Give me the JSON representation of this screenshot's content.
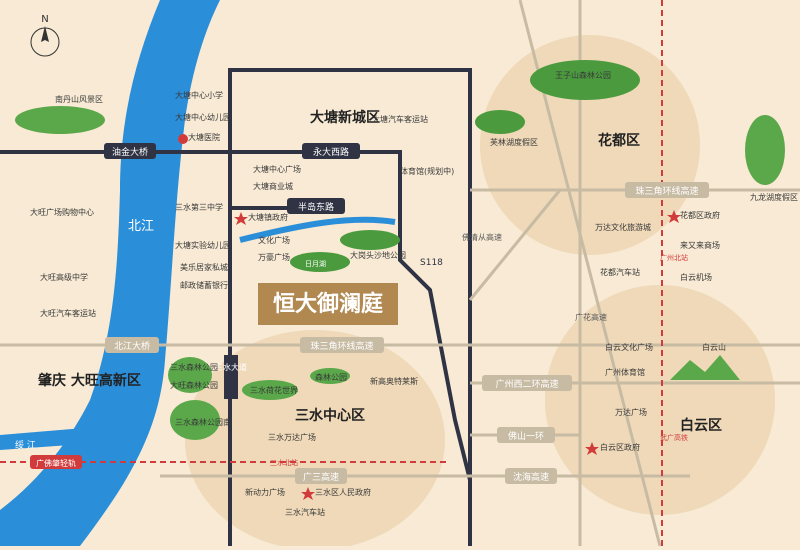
{
  "map": {
    "compass": "N",
    "rivers": {
      "bei_jiang": "北江",
      "sui_jiang": "绥 江"
    },
    "project": "恒大御澜庭",
    "districts": {
      "datang": "大塘新城区",
      "huadu": "花都区",
      "sanshui": "三水中心区",
      "baiyun": "白云区",
      "zhaoqing": "肇庆\n大旺高新区"
    },
    "roads": {
      "youjin": "油金大桥",
      "yongda": "永大西路",
      "bandao": "半岛东路",
      "s118": "S118",
      "beijiang_bridge": "北江大桥",
      "pearl_ring_left": "珠三角环线高速",
      "pearl_ring_right": "珠三角环线高速",
      "fokai": "佛清从高速",
      "guanghua": "广花高速",
      "guangzhou_west2": "广州西二环高速",
      "foshan_ring1": "佛山一环",
      "guangsan": "广三高速",
      "shenhai": "沈海高速",
      "sanshui_dadao": "三水大道",
      "guangfozhao": "广佛肇轻轨",
      "wuguang": "武广高铁",
      "guangzhou_north": "广州北站",
      "sanshui_north": "三水北站"
    },
    "pois_left": [
      "南丹山风景区",
      "大旺广场购物中心",
      "大旺高级中学",
      "大旺汽车客运站"
    ],
    "pois_datang": [
      "大塘中心小学",
      "大塘中心幼儿园",
      "大塘医院",
      "大塘汽车客运站",
      "大塘中心广场",
      "大塘商业城",
      "体育馆(规划中)",
      "三水第三中学",
      "大塘镇政府",
      "大塘实验幼儿园",
      "美乐居家私城",
      "邮政储蓄银行",
      "文化广场",
      "万豪广场",
      "日月湖",
      "大岗头沙地公园"
    ],
    "pois_huadu": [
      "王子山森林公园",
      "芙林湖度假区",
      "万达文化旅游城",
      "花都区政府",
      "来又来商场",
      "花都汽车站",
      "白云机场",
      "九龙湖度假区"
    ],
    "pois_sanshui": [
      "三水森林公园",
      "三水荷花世界",
      "森林公园",
      "新高奥特莱斯",
      "三水万达广场",
      "新动力广场",
      "三水区人民政府",
      "三水汽车站",
      "大旺森林公园",
      "三水森林公园南"
    ],
    "pois_baiyun": [
      "白云文化广场",
      "广州体育馆",
      "万达广场",
      "白云区政府",
      "白云山"
    ],
    "colors": {
      "bg": "#f8ead4",
      "river": "#2a8ed9",
      "road": "#2f3344",
      "circle": "#e7cfa8",
      "project": "#b08850",
      "rail": "#d23b3b"
    }
  }
}
